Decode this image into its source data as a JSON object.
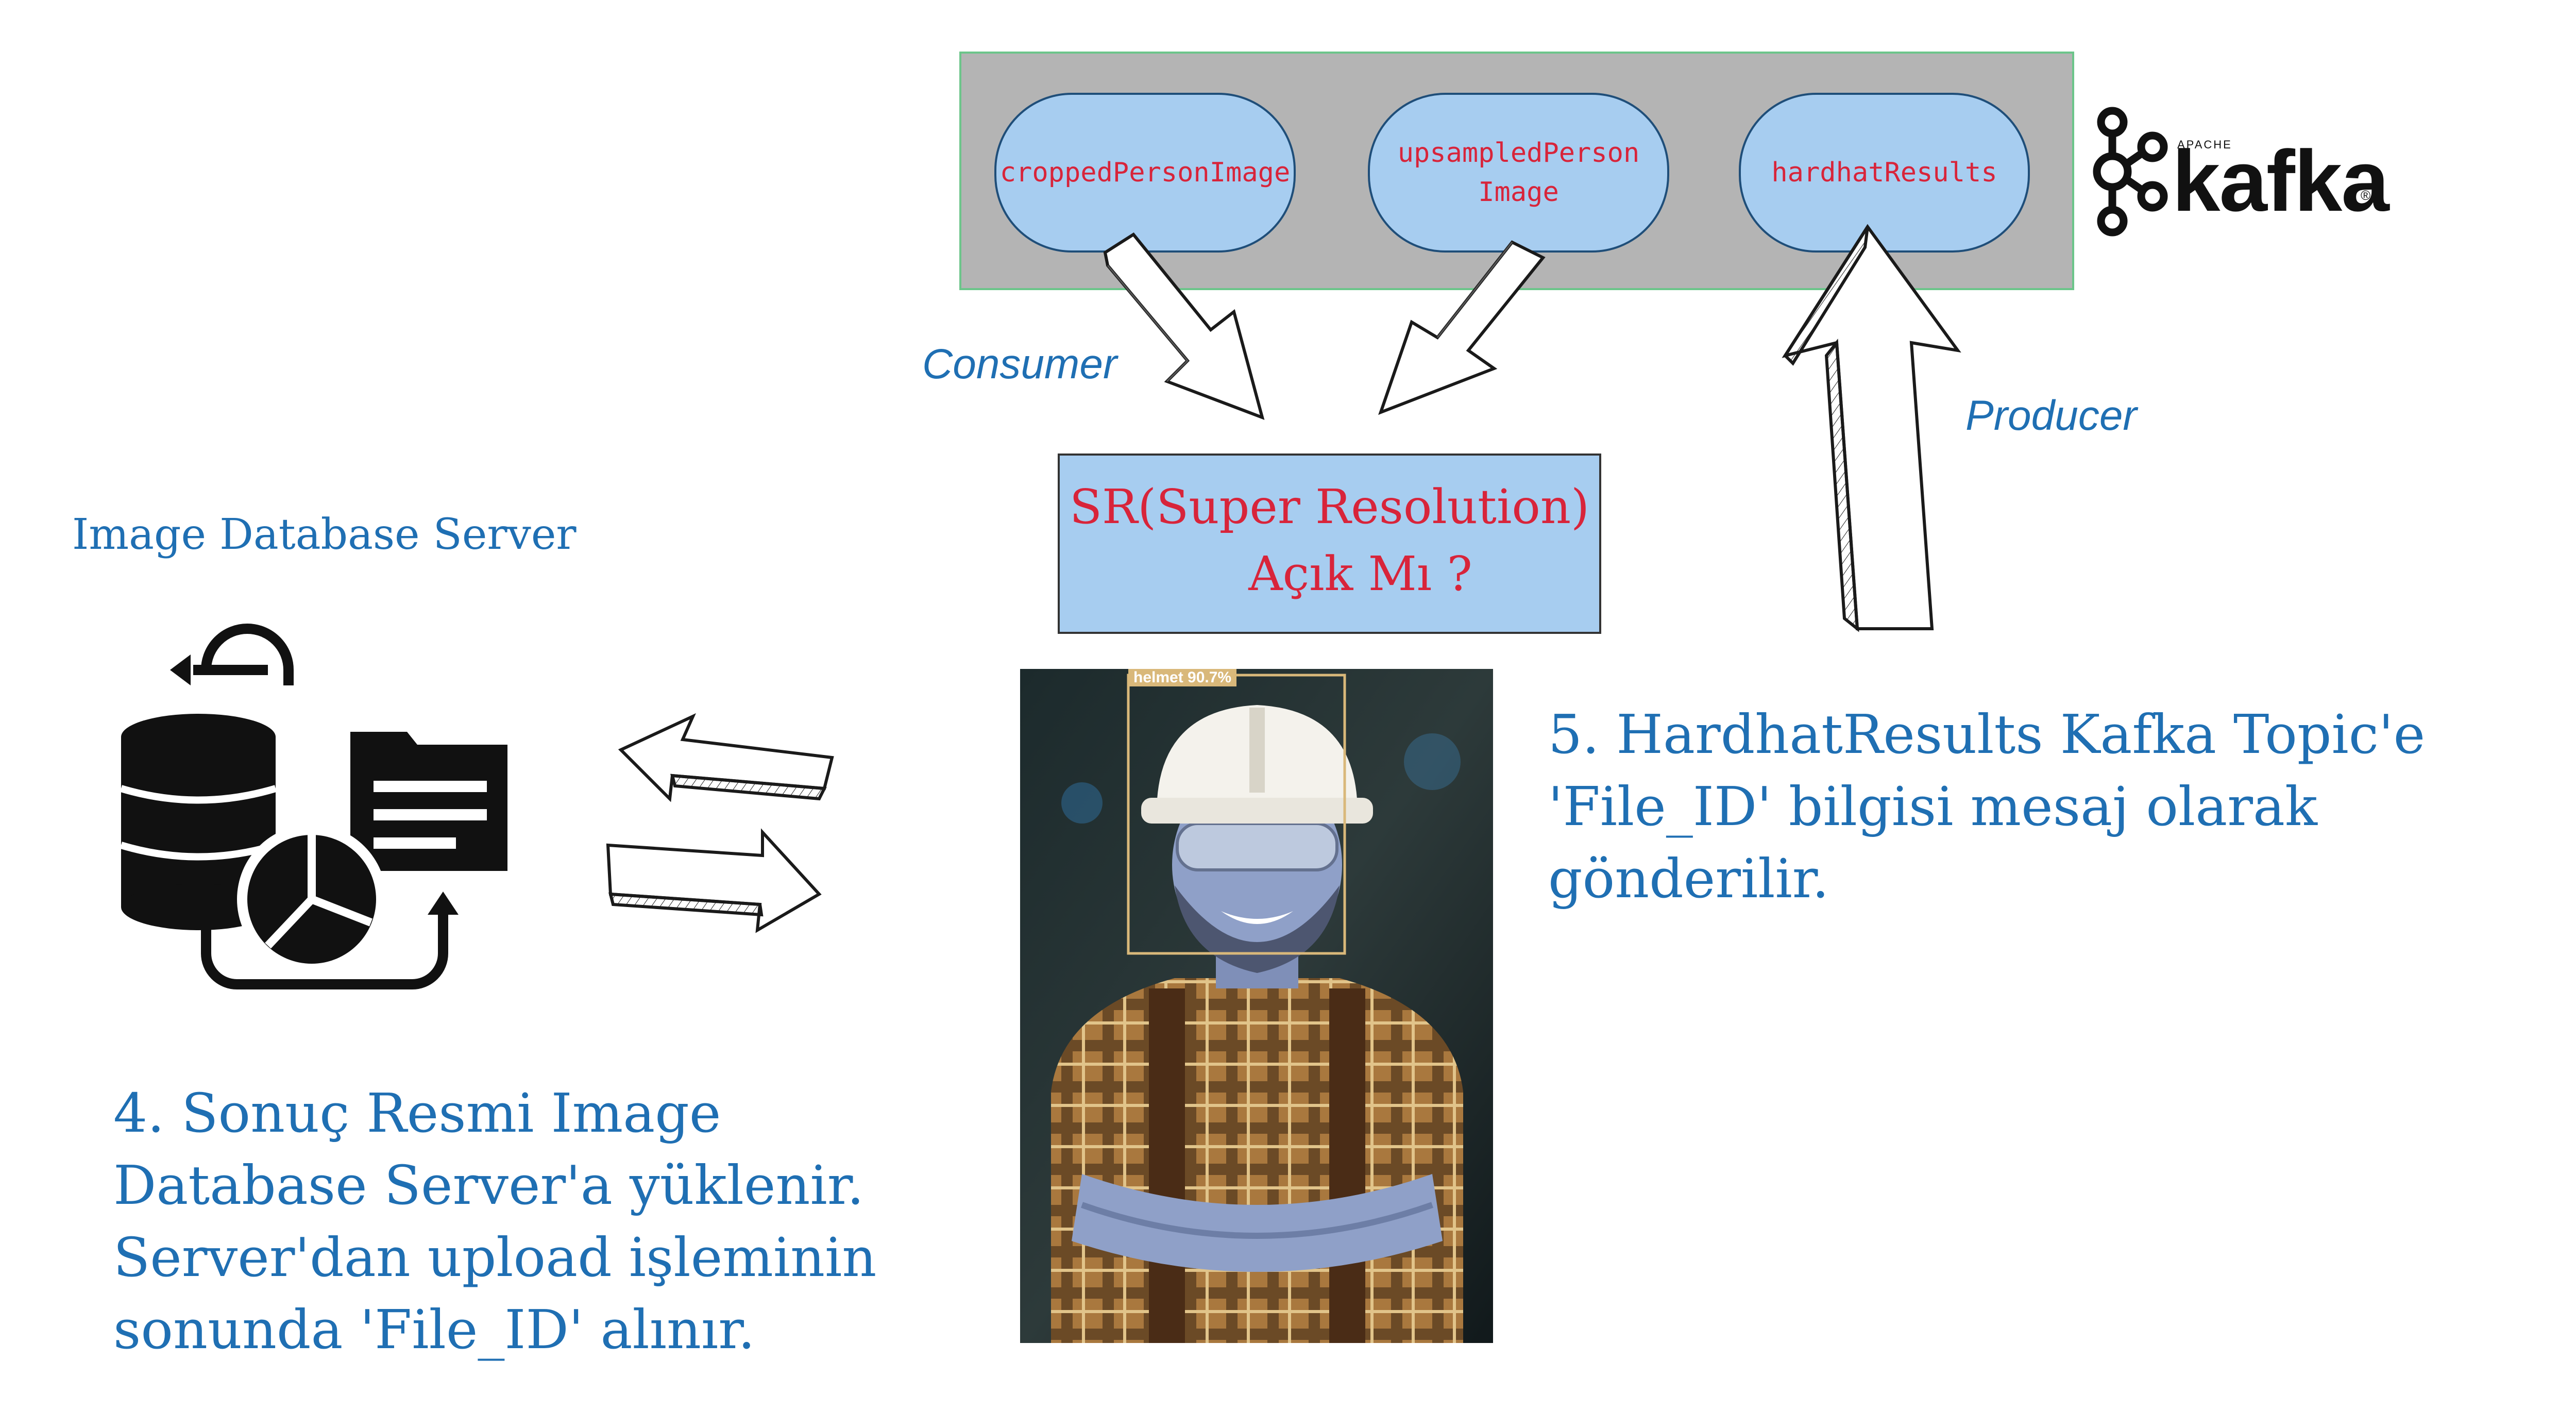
{
  "kafka": {
    "topics": [
      {
        "name": "croppedPersonImage"
      },
      {
        "name": "upsampledPerson\nImage"
      },
      {
        "name": "hardhatResults"
      }
    ],
    "logo": {
      "apache": "APACHE",
      "wordmark": "kafka",
      "registered": "®"
    }
  },
  "roles": {
    "consumer": "Consumer",
    "producer": "Producer"
  },
  "sr_box": {
    "line1": "SR(Super Resolution)",
    "line2": "Açık Mı ?"
  },
  "database": {
    "title": "Image Database Server"
  },
  "detection": {
    "label": "helmet  90.7%"
  },
  "steps": {
    "step4": "4. Sonuç Resmi Image Database Server'a yüklenir. Server'dan upload işleminin sonunda 'File_ID' alınır.",
    "step5": "5. HardhatResults Kafka Topic'e 'File_ID' bilgisi mesaj olarak gönderilir."
  },
  "colors": {
    "topic_fill": "#a7cdf0",
    "topic_text": "#d8243a",
    "label_blue": "#1f6fb3",
    "strip_gray": "#b4b4b4",
    "strip_border": "#6cc58a"
  }
}
